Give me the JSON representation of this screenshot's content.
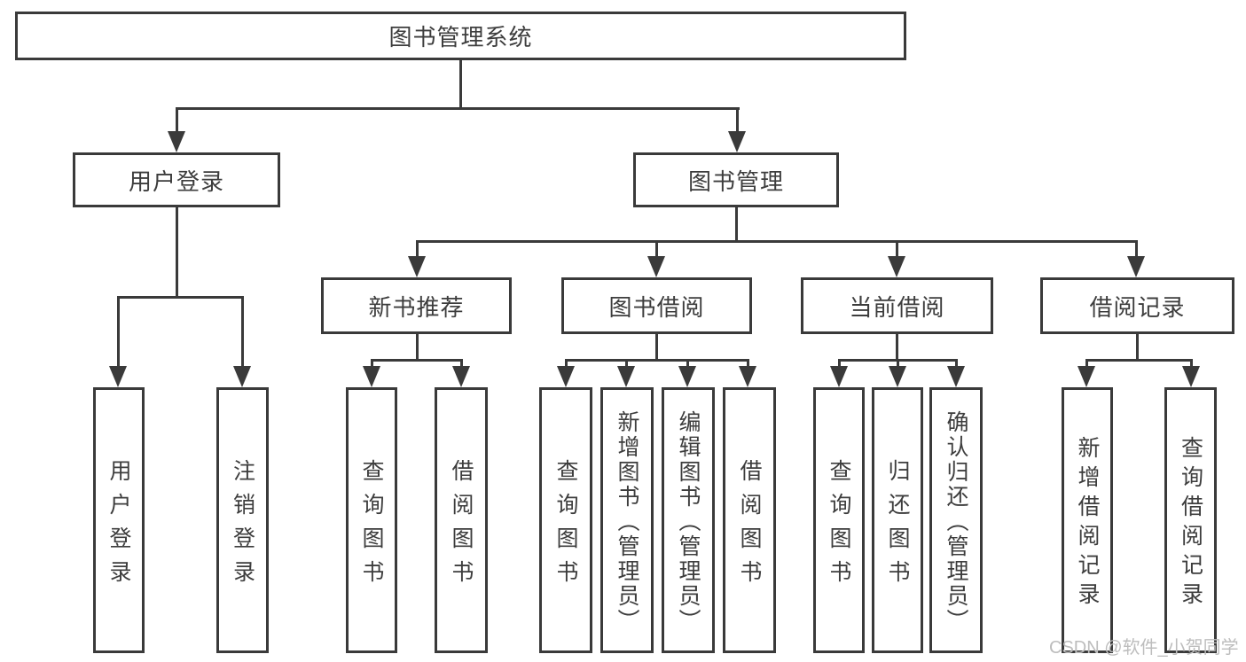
{
  "diagram_type": "hierarchy-tree",
  "colors": {
    "background": "#ffffff",
    "line": "#3a3a3a",
    "box_border": "#3a3a3a",
    "text": "#3d3d3d",
    "watermark": "#bdbdbd"
  },
  "root": {
    "label": "图书管理系统"
  },
  "branches": {
    "user": {
      "label": "用户登录",
      "leaves": [
        {
          "label": "用户登录"
        },
        {
          "label": "注销登录"
        }
      ]
    },
    "mgmt": {
      "label": "图书管理",
      "groups": [
        {
          "label": "新书推荐",
          "leaves": [
            {
              "label": "查询图书"
            },
            {
              "label": "借阅图书"
            }
          ]
        },
        {
          "label": "图书借阅",
          "leaves": [
            {
              "label": "查询图书"
            },
            {
              "label": "新增图书（管理员）"
            },
            {
              "label": "编辑图书（管理员）"
            },
            {
              "label": "借阅图书"
            }
          ]
        },
        {
          "label": "当前借阅",
          "leaves": [
            {
              "label": "查询图书"
            },
            {
              "label": "归还图书"
            },
            {
              "label": "确认归还（管理员）"
            }
          ]
        },
        {
          "label": "借阅记录",
          "leaves": [
            {
              "label": "新增借阅记录"
            },
            {
              "label": "查询借阅记录"
            }
          ]
        }
      ]
    }
  },
  "watermark": {
    "text": "CSDN @软件_小贺同学"
  }
}
